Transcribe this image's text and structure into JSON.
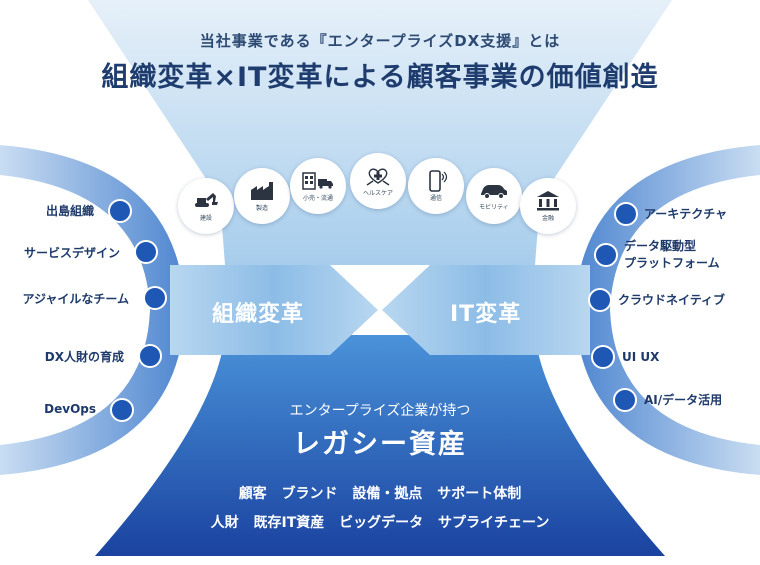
{
  "header": {
    "subtitle": "当社事業である『エンタープライズDX支援』とは",
    "title": "組織変革×IT変革による顧客事業の価値創造"
  },
  "industries": [
    {
      "label": "建設",
      "icon": "excavator-icon"
    },
    {
      "label": "製造",
      "icon": "factory-icon"
    },
    {
      "label": "小売・流通",
      "icon": "store-truck-icon"
    },
    {
      "label": "ヘルスケア",
      "icon": "healthcare-icon"
    },
    {
      "label": "通信",
      "icon": "smartphone-icon"
    },
    {
      "label": "モビリティ",
      "icon": "car-icon"
    },
    {
      "label": "金融",
      "icon": "bank-icon"
    }
  ],
  "cross": {
    "left_label": "組織変革",
    "right_label": "IT変革"
  },
  "left_items": [
    "出島組織",
    "サービスデザイン",
    "アジャイルなチーム",
    "DX人財の育成",
    "DevOps"
  ],
  "right_items": [
    {
      "lines": [
        "アーキテクチャ"
      ]
    },
    {
      "lines": [
        "データ駆動型",
        "プラットフォーム"
      ]
    },
    {
      "lines": [
        "クラウドネイティブ"
      ]
    },
    {
      "lines": [
        "UI UX"
      ]
    },
    {
      "lines": [
        "AI/データ活用"
      ]
    }
  ],
  "legacy": {
    "subtitle": "エンタープライズ企業が持つ",
    "title": "レガシー資産",
    "row1": "顧客 ブランド 設備・拠点 サポート体制",
    "row2": "人財 既存IT資産 ビッグデータ サプライチェーン"
  },
  "colors": {
    "top_funnel": "#c3dcf0",
    "arc": "#5b8fd3",
    "dot": "#1f57b4",
    "cross": "#9ec6ea",
    "legacy_top": "#3e87d2",
    "legacy_bottom": "#1b45a0"
  }
}
